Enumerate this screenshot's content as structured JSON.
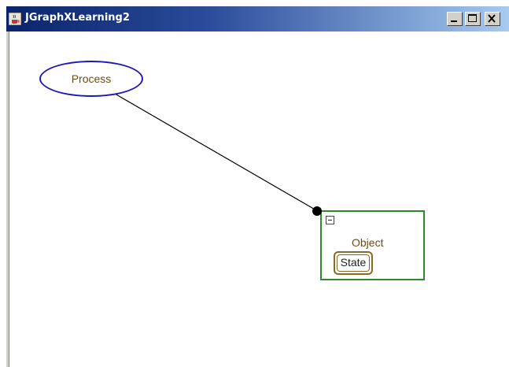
{
  "window": {
    "title": "JGraphXLearning2",
    "icon": "java-cup-icon",
    "controls": [
      "minimize-icon",
      "maximize-icon",
      "close-icon"
    ]
  },
  "graph": {
    "nodes": [
      {
        "id": "process",
        "kind": "process",
        "shape": "ellipse",
        "label": "Process",
        "border_color": "#1c1cb4"
      },
      {
        "id": "object",
        "kind": "object",
        "shape": "rectangle",
        "label": "Object",
        "border_color": "#2b8a2b",
        "collapsible": true
      },
      {
        "id": "state",
        "kind": "state",
        "shape": "rounded-rectangle",
        "label": "State",
        "parent": "object",
        "border_color": "#8a6a22"
      }
    ],
    "edges": [
      {
        "from": "process",
        "to": "object",
        "end_marker": "filled-circle"
      }
    ],
    "label_color": "#6b4a14"
  }
}
